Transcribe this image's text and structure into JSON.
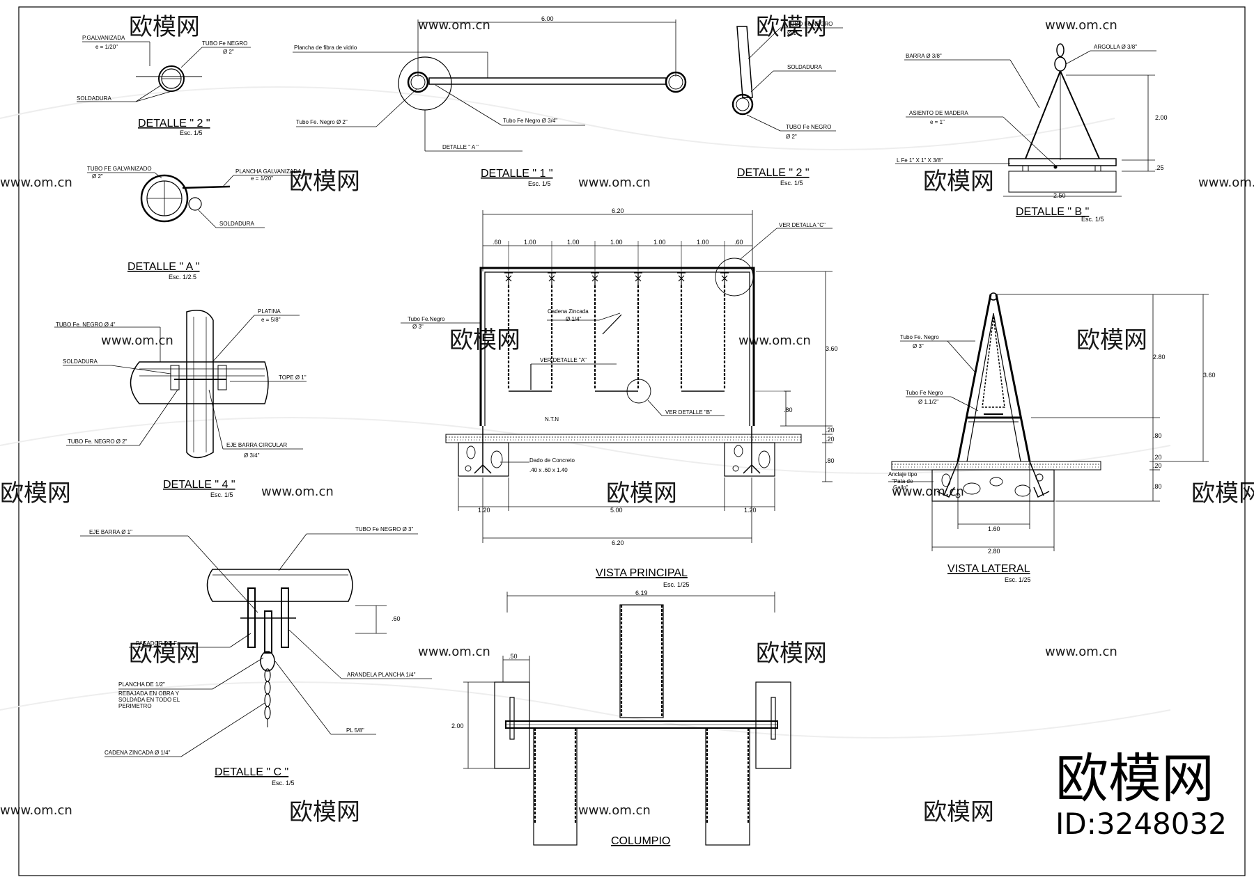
{
  "watermark": {
    "brand": "欧模网",
    "url": "www.om.cn",
    "id_label": "ID:3248032"
  },
  "detail2_top_left": {
    "title": "DETALLE \" 2 \"",
    "scale": "Esc. 1/5",
    "labels": [
      "P.GALVANIZADA",
      "e = 1/20\"",
      "TUBO Fe NEGRO",
      "Ø 2\"",
      "SOLDADURA"
    ]
  },
  "detail1": {
    "title": "DETALLE \" 1 \"",
    "scale": "Esc. 1/5",
    "dim_top": "6.00",
    "labels": [
      "Plancha de fibra de vidrio",
      "Tubo Fe. Negro Ø 2\"",
      "Tubo Fe Negro Ø 3/4\"",
      "DETALLE \" A \""
    ]
  },
  "detail2_right": {
    "title": "DETALLE \" 2 \"",
    "scale": "Esc. 1/5",
    "labels": [
      "TUBO Fe NEGRO",
      "Ø 1\"",
      "SOLDADURA",
      "TUBO Fe NEGRO",
      "Ø 2\""
    ]
  },
  "detailB": {
    "title": "DETALLE \" B \"",
    "scale": "Esc. 1/5",
    "labels": [
      "BARRA Ø 3/8\"",
      "ARGOLLA Ø 3/8\"",
      "ASIENTO DE MADERA",
      "e = 1\"",
      "L Fe 1\" X 1\" X 3/8\""
    ],
    "dims": [
      "2.00",
      ".25",
      "2.50"
    ]
  },
  "detailA": {
    "title": "DETALLE \" A \"",
    "scale": "Esc. 1/2.5",
    "labels": [
      "TUBO FE GALVANIZADO",
      "Ø 2\"",
      "PLANCHA GALVANIZADA",
      "e = 1/20\"",
      "SOLDADURA"
    ]
  },
  "detail4": {
    "title": "DETALLE \" 4 \"",
    "scale": "Esc. 1/5",
    "labels": [
      "TUBO Fe. NEGRO Ø 4\"",
      "PLATINA",
      "e = 5/8\"",
      "SOLDADURA",
      "TOPE Ø 1\"",
      "TUBO Fe. NEGRO Ø 2\"",
      "EJE BARRA CIRCULAR",
      "Ø 3/4\""
    ]
  },
  "vista_principal": {
    "title": "VISTA PRINCIPAL",
    "scale": "Esc. 1/25",
    "dims_top": [
      "6.20",
      ".60",
      "1.00",
      "1.00",
      "1.00",
      "1.00",
      "1.00",
      ".60"
    ],
    "dims_right": [
      "3.60",
      ".80",
      ".20",
      ".20",
      ".80"
    ],
    "dims_bottom": [
      "1.20",
      "5.00",
      "1.20",
      "6.20"
    ],
    "labels": [
      "VER DETALLA \"C\"",
      "Tubo Fe.Negro",
      "Ø 3\"",
      "Cadena Zincada",
      "Ø 1/4\"",
      "VER DETALLE \"A\"",
      "VER DETALLE \"B\"",
      "N.T.N",
      "Dado de Concreto",
      ".40 x .60 x 1.40"
    ]
  },
  "vista_lateral": {
    "title": "VISTA LATERAL",
    "scale": "Esc. 1/25",
    "labels": [
      "Tubo Fe. Negro",
      "Ø 3\"",
      "Tubo Fe Negro",
      "Ø 1.1/2\"",
      "Anclaje tipo",
      "\"Pata de",
      "Gallo\""
    ],
    "dims": [
      "2.80",
      "3.60",
      ".80",
      ".20",
      ".20",
      ".80",
      "1.60",
      "2.80"
    ]
  },
  "detailC": {
    "title": "DETALLE \" C \"",
    "scale": "Esc. 1/5",
    "labels": [
      "EJE BARRA Ø 1\"",
      "TUBO Fe NEGRO Ø 3\"",
      "PASADOR DE Fe",
      "PLANCHA DE 1/2\"",
      "REBAJADA EN OBRA Y",
      "SOLDADA EN TODO EL",
      "PERIMETRO",
      "ARANDELA PLANCHA 1/4\"",
      "PL 5/8\"",
      "CADENA ZINCADA Ø 1/4\""
    ],
    "dim": ".60"
  },
  "columpio": {
    "title": "COLUMPIO",
    "dims": [
      "6.19",
      ".50",
      "2.00"
    ]
  }
}
